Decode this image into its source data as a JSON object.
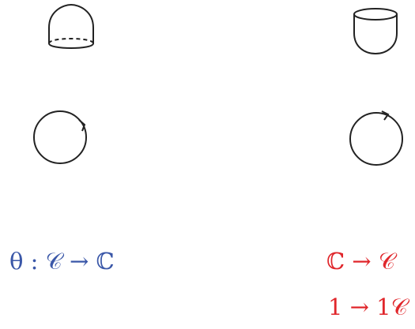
{
  "figures": {
    "cap_down": "cap (closed end up, dashed rim at bottom)",
    "cap_up": "cup (open rim at top)",
    "circle_left": "oriented circle, arrow near top-right",
    "circle_right": "oriented circle, arrow near top"
  },
  "formulas": {
    "left_line1": "θ : 𝒞 → ℂ",
    "right_line1": "ℂ → 𝒞",
    "right_line2": "1 → 1𝒞"
  },
  "colors": {
    "stroke": "#222222",
    "blue_text": "#3a57a8",
    "red_text": "#e0262b"
  }
}
